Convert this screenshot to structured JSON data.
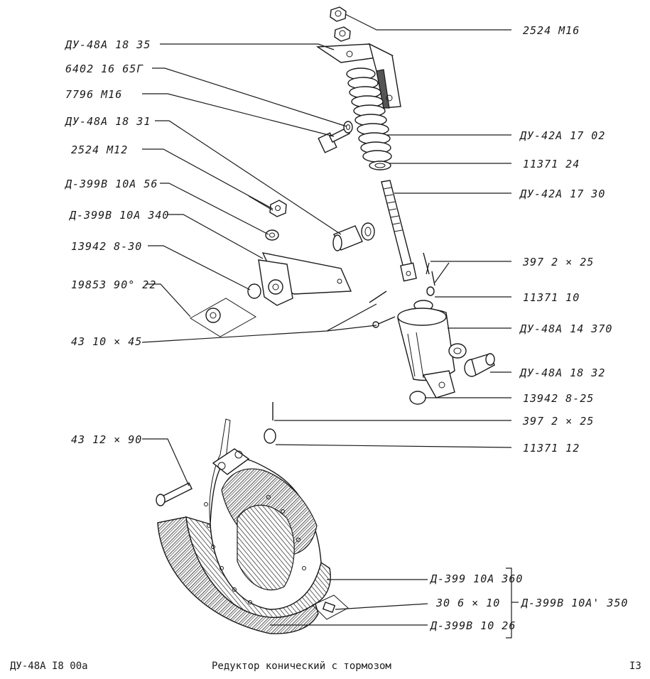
{
  "labels": {
    "l01": "2524  М16",
    "l02": "ДУ-48А  18  35",
    "l03": "6402  16  65Г",
    "l04": "7796  М16",
    "l05": "ДУ-48А  18  31",
    "l06": "ДУ-42А  17  02",
    "l07": "11371  24",
    "l08": "2524  М12",
    "l09": "Д-399В  10А  56",
    "l10": "ДУ-42А  17  30",
    "l11": "Д-399В  10А 340",
    "l12": "13942   8-30",
    "l13": "397  2 × 25",
    "l14": "19853  90° 22",
    "l15": "11371  10",
    "l16": "43   10 × 45",
    "l17": "ДУ-48А  14  370",
    "l18": "ДУ-48А  18  32",
    "l19": "13942  8-25",
    "l20": "397  2 × 25",
    "l21": "43   12 × 90",
    "l22": "11371  12",
    "l23": "Д-399  10А 360",
    "l24": "30  6 × 10",
    "l25": "Д-399В  10А' 350",
    "l26": "Д-399В  10 26"
  },
  "footer": {
    "code": "ДУ-48А  I8  00а",
    "title": "Редуктор конический с тормозом",
    "page": "I3"
  }
}
